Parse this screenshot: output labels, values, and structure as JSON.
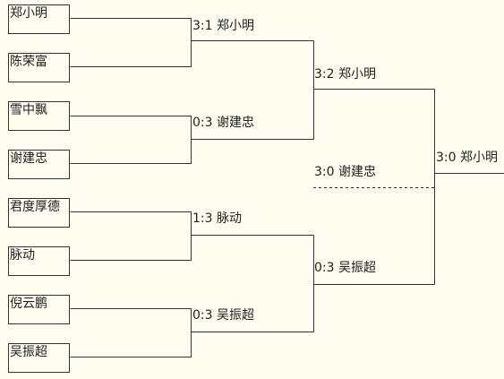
{
  "players": [
    "郑小明",
    "陈荣富",
    "雪中飘",
    "谢建忠",
    "君度厚德",
    "脉动",
    "倪云鹏",
    "吴振超"
  ],
  "round1": [
    {
      "score": "3:1",
      "winner": "郑小明"
    },
    {
      "score": "0:3",
      "winner": "谢建忠"
    },
    {
      "score": "1:3",
      "winner": "脉动"
    },
    {
      "score": "0:3",
      "winner": "吴振超"
    }
  ],
  "semifinals": [
    {
      "score": "3:2",
      "winner": "郑小明"
    },
    {
      "score": "0:3",
      "winner": "吴振超"
    }
  ],
  "third_place": {
    "score": "3:0",
    "winner": "谢建忠"
  },
  "final": {
    "score": "3:0",
    "winner": "郑小明"
  },
  "colors": {
    "background": "#fdfdf0",
    "line": "#333333"
  }
}
